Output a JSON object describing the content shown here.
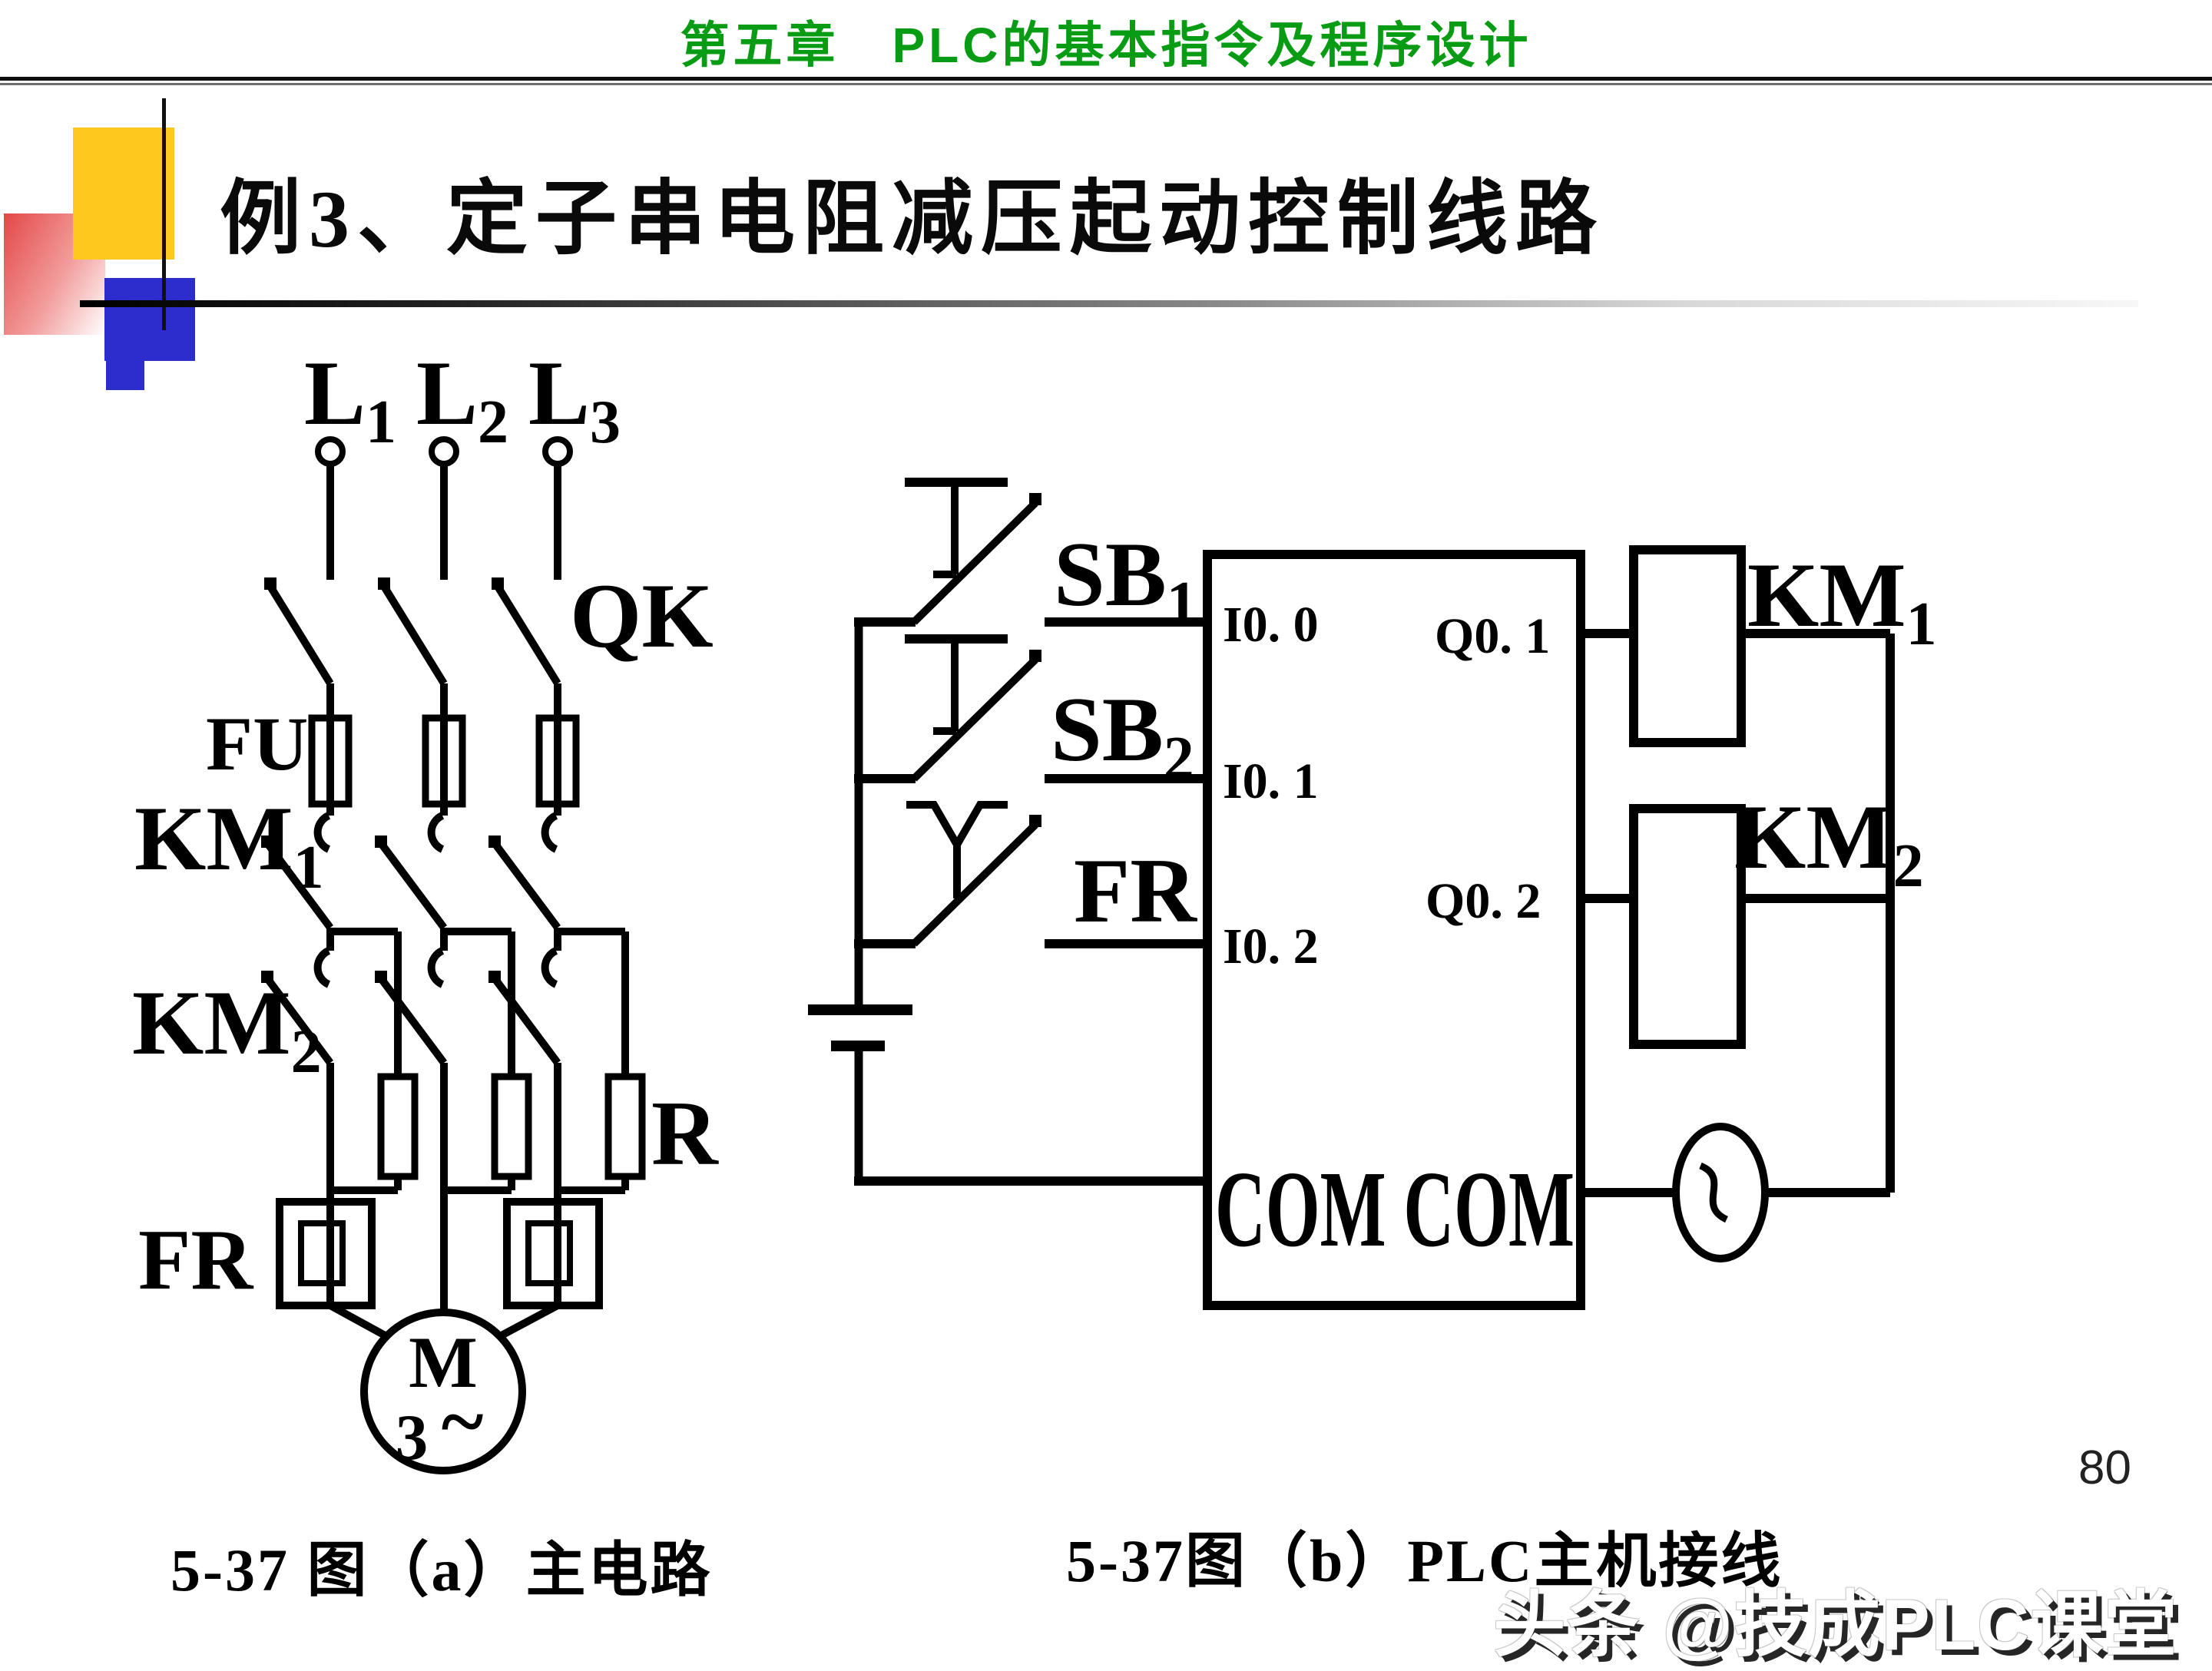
{
  "theme": {
    "header_green": "#089c14",
    "decor_yellow": "#ffc81e",
    "decor_red": "#e34848",
    "decor_blue": "#2d2dce",
    "line_color": "#000000"
  },
  "header": {
    "title": "第五章　PLC的基本指令及程序设计"
  },
  "slide": {
    "title": "例3、定子串电阻减压起动控制线路"
  },
  "figure_a": {
    "caption": "5-37 图（a）主电路",
    "phases": [
      {
        "main": "L",
        "sub": "1"
      },
      {
        "main": "L",
        "sub": "2"
      },
      {
        "main": "L",
        "sub": "3"
      }
    ],
    "breaker": "QK",
    "fuse": "FU",
    "km1": {
      "main": "KM",
      "sub": "1"
    },
    "km2": {
      "main": "KM",
      "sub": "2"
    },
    "resistor": "R",
    "thermal": "FR",
    "motor_m": "M",
    "motor_3": "3",
    "motor_ac": "~"
  },
  "figure_b": {
    "caption": "5-37图（b）PLC主机接线",
    "sb1": {
      "main": "SB",
      "sub": "1"
    },
    "sb2": {
      "main": "SB",
      "sub": "2"
    },
    "fr": "FR",
    "i00": "I0. 0",
    "i01": "I0. 1",
    "i02": "I0. 2",
    "q01": "Q0. 1",
    "q02": "Q0. 2",
    "com": "COM COM",
    "km1": {
      "main": "KM",
      "sub": "1"
    },
    "km2": {
      "main": "KM",
      "sub": "2"
    }
  },
  "footer": {
    "page_number": "80",
    "watermark": "头条 @技成PLC课堂"
  }
}
